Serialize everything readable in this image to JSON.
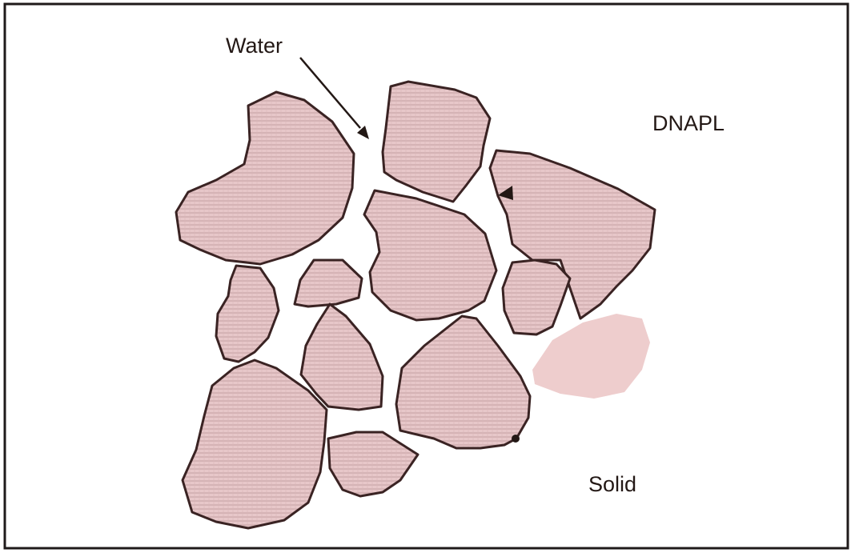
{
  "labels": {
    "water": "Water",
    "dnapl": "DNAPL",
    "solid": "Solid"
  },
  "colors": {
    "grain_fill": "#e7c7c9",
    "grain_hatch": "#c9a6a8",
    "grain_outline": "#3a2323",
    "frame": "#1f1a1a",
    "dnapl_blob": "#eecdcd"
  }
}
